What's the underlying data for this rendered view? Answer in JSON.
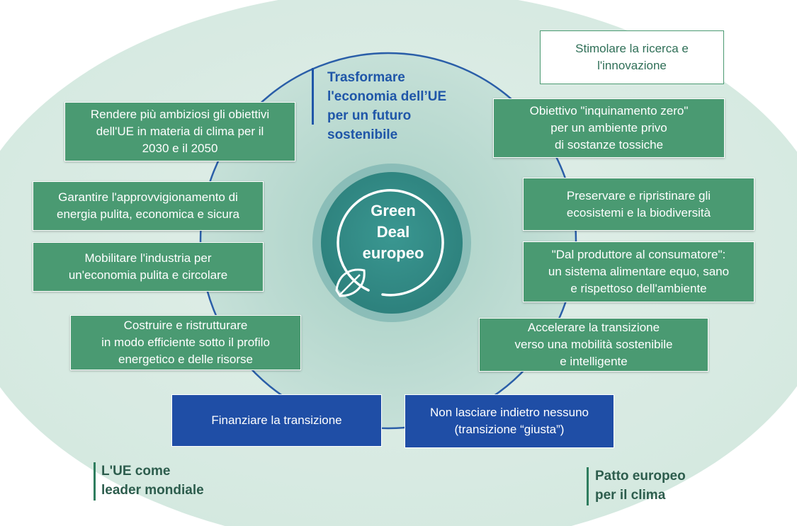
{
  "top_title": "Trasformare\nl'economia dell’UE\nper un futuro\nsostenibile",
  "center_label": "Green\nDeal\neuropeo",
  "outline_box": "Stimolare la ricerca e\nl'innovazione",
  "left_boxes": [
    "Rendere più ambiziosi gli obiettivi\ndell'UE in materia di clima per il\n2030 e il 2050",
    "Garantire l'approvvigionamento di\nenergia pulita, economica e sicura",
    "Mobilitare l'industria per\nun'economia pulita e circolare",
    "Costruire e ristrutturare\nin modo efficiente sotto il profilo\nenergetico e delle risorse"
  ],
  "right_boxes": [
    "Obiettivo \"inquinamento zero\"\nper un ambiente privo\ndi sostanze tossiche",
    "Preservare e ripristinare gli\necosistemi e la biodiversità",
    "\"Dal produttore al consumatore\":\nun sistema alimentare equo, sano\ne rispettoso dell'ambiente",
    "Accelerare la transizione\nverso una mobilità sostenibile\ne intelligente"
  ],
  "bottom_boxes": [
    "Finanziare la transizione",
    "Non lasciare indietro nessuno\n(transizione “giusta”)"
  ],
  "corner_left": "L'UE come\nleader mondiale",
  "corner_right": "Patto europeo\nper il clima",
  "colors": {
    "green_box": "#4a9a72",
    "blue_box": "#1f4ea6",
    "title_blue": "#1f56a8",
    "circle_teal": "#2f8a86"
  },
  "icons": [
    "leaf-icon"
  ]
}
